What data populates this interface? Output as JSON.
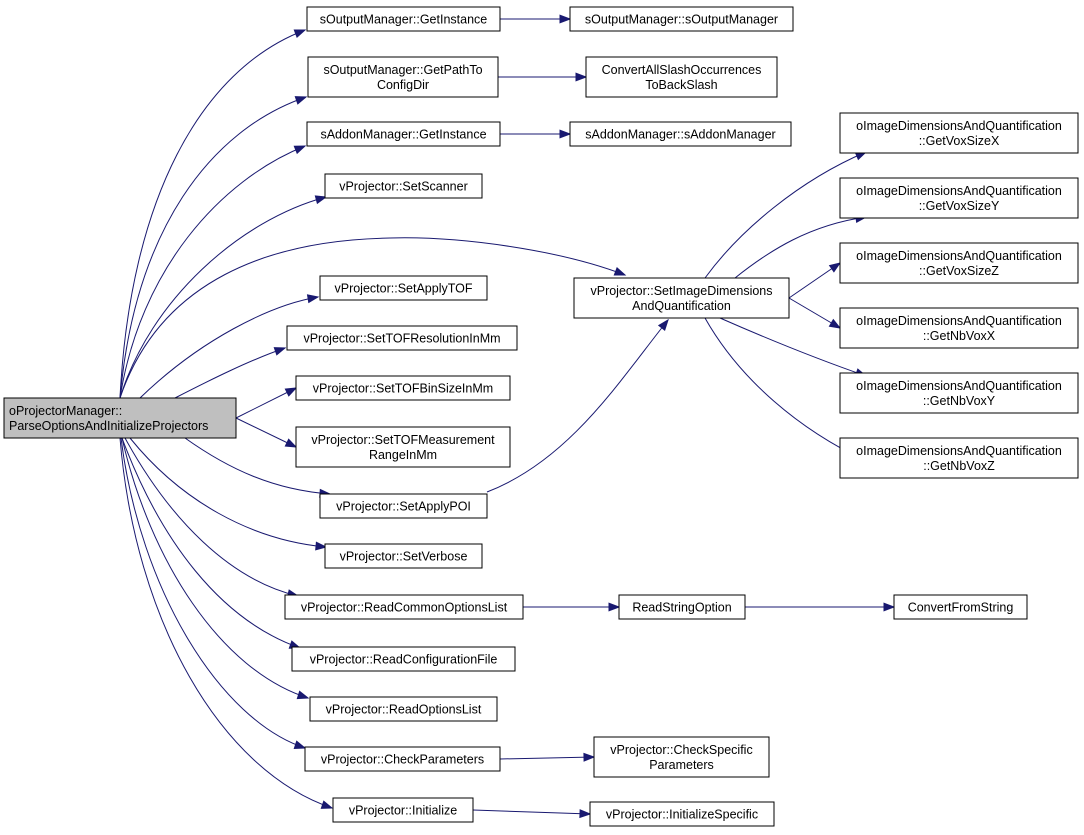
{
  "colors": {
    "edge": "#191970",
    "root_fill": "#bfbfbf",
    "node_fill": "#ffffff",
    "border": "#000000"
  },
  "nodes": [
    {
      "id": "root",
      "lines": [
        "oProjectorManager::",
        "ParseOptionsAndInitializeProjectors"
      ]
    },
    {
      "id": "out_getinstance",
      "lines": [
        "sOutputManager::GetInstance"
      ]
    },
    {
      "id": "out_ctor",
      "lines": [
        "sOutputManager::sOutputManager"
      ]
    },
    {
      "id": "out_getpath",
      "lines": [
        "sOutputManager::GetPathTo",
        "ConfigDir"
      ]
    },
    {
      "id": "convert_slash",
      "lines": [
        "ConvertAllSlashOccurrences",
        "ToBackSlash"
      ]
    },
    {
      "id": "addon_getinstance",
      "lines": [
        "sAddonManager::GetInstance"
      ]
    },
    {
      "id": "addon_ctor",
      "lines": [
        "sAddonManager::sAddonManager"
      ]
    },
    {
      "id": "set_scanner",
      "lines": [
        "vProjector::SetScanner"
      ]
    },
    {
      "id": "set_image_dims",
      "lines": [
        "vProjector::SetImageDimensions",
        "AndQuantification"
      ]
    },
    {
      "id": "get_voxsize_x",
      "lines": [
        "oImageDimensionsAndQuantification",
        "::GetVoxSizeX"
      ]
    },
    {
      "id": "get_voxsize_y",
      "lines": [
        "oImageDimensionsAndQuantification",
        "::GetVoxSizeY"
      ]
    },
    {
      "id": "get_voxsize_z",
      "lines": [
        "oImageDimensionsAndQuantification",
        "::GetVoxSizeZ"
      ]
    },
    {
      "id": "get_nbvox_x",
      "lines": [
        "oImageDimensionsAndQuantification",
        "::GetNbVoxX"
      ]
    },
    {
      "id": "get_nbvox_y",
      "lines": [
        "oImageDimensionsAndQuantification",
        "::GetNbVoxY"
      ]
    },
    {
      "id": "get_nbvox_z",
      "lines": [
        "oImageDimensionsAndQuantification",
        "::GetNbVoxZ"
      ]
    },
    {
      "id": "set_apply_tof",
      "lines": [
        "vProjector::SetApplyTOF"
      ]
    },
    {
      "id": "set_tof_resolution",
      "lines": [
        "vProjector::SetTOFResolutionInMm"
      ]
    },
    {
      "id": "set_tof_binsize",
      "lines": [
        "vProjector::SetTOFBinSizeInMm"
      ]
    },
    {
      "id": "set_tof_meas_range",
      "lines": [
        "vProjector::SetTOFMeasurement",
        "RangeInMm"
      ]
    },
    {
      "id": "set_apply_poi",
      "lines": [
        "vProjector::SetApplyPOI"
      ]
    },
    {
      "id": "set_verbose",
      "lines": [
        "vProjector::SetVerbose"
      ]
    },
    {
      "id": "read_common_options",
      "lines": [
        "vProjector::ReadCommonOptionsList"
      ]
    },
    {
      "id": "read_string_option",
      "lines": [
        "ReadStringOption"
      ]
    },
    {
      "id": "convert_from_string",
      "lines": [
        "ConvertFromString"
      ]
    },
    {
      "id": "read_config_file",
      "lines": [
        "vProjector::ReadConfigurationFile"
      ]
    },
    {
      "id": "read_options_list",
      "lines": [
        "vProjector::ReadOptionsList"
      ]
    },
    {
      "id": "check_parameters",
      "lines": [
        "vProjector::CheckParameters"
      ]
    },
    {
      "id": "check_specific_params",
      "lines": [
        "vProjector::CheckSpecific",
        "Parameters"
      ]
    },
    {
      "id": "initialize",
      "lines": [
        "vProjector::Initialize"
      ]
    },
    {
      "id": "initialize_specific",
      "lines": [
        "vProjector::InitializeSpecific"
      ]
    }
  ],
  "edges": [
    {
      "from": "root",
      "to": "out_getinstance"
    },
    {
      "from": "out_getinstance",
      "to": "out_ctor"
    },
    {
      "from": "root",
      "to": "out_getpath"
    },
    {
      "from": "out_getpath",
      "to": "convert_slash"
    },
    {
      "from": "root",
      "to": "addon_getinstance"
    },
    {
      "from": "addon_getinstance",
      "to": "addon_ctor"
    },
    {
      "from": "root",
      "to": "set_scanner"
    },
    {
      "from": "root",
      "to": "set_image_dims"
    },
    {
      "from": "set_image_dims",
      "to": "get_voxsize_x"
    },
    {
      "from": "set_image_dims",
      "to": "get_voxsize_y"
    },
    {
      "from": "set_image_dims",
      "to": "get_voxsize_z"
    },
    {
      "from": "set_image_dims",
      "to": "get_nbvox_x"
    },
    {
      "from": "set_image_dims",
      "to": "get_nbvox_y"
    },
    {
      "from": "set_image_dims",
      "to": "get_nbvox_z"
    },
    {
      "from": "root",
      "to": "set_apply_tof"
    },
    {
      "from": "root",
      "to": "set_tof_resolution"
    },
    {
      "from": "root",
      "to": "set_tof_binsize"
    },
    {
      "from": "root",
      "to": "set_tof_meas_range"
    },
    {
      "from": "root",
      "to": "set_apply_poi"
    },
    {
      "from": "set_apply_poi",
      "to": "set_image_dims"
    },
    {
      "from": "root",
      "to": "set_verbose"
    },
    {
      "from": "root",
      "to": "read_common_options"
    },
    {
      "from": "read_common_options",
      "to": "read_string_option"
    },
    {
      "from": "read_string_option",
      "to": "convert_from_string"
    },
    {
      "from": "root",
      "to": "read_config_file"
    },
    {
      "from": "root",
      "to": "read_options_list"
    },
    {
      "from": "root",
      "to": "check_parameters"
    },
    {
      "from": "check_parameters",
      "to": "check_specific_params"
    },
    {
      "from": "root",
      "to": "initialize"
    },
    {
      "from": "initialize",
      "to": "initialize_specific"
    }
  ]
}
